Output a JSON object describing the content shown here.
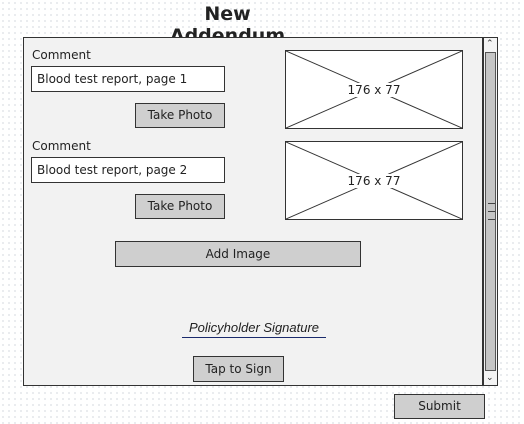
{
  "header": {
    "title": "New Addendum"
  },
  "entries": [
    {
      "comment_label": "Comment",
      "comment_value": "Blood test report, page 1",
      "photo_button": "Take Photo",
      "image_placeholder": "176 x 77"
    },
    {
      "comment_label": "Comment",
      "comment_value": "Blood test report, page 2",
      "photo_button": "Take Photo",
      "image_placeholder": "176 x 77"
    }
  ],
  "add_image_button": "Add Image",
  "signature": {
    "label": "Policyholder Signature",
    "button": "Tap to Sign"
  },
  "submit_button": "Submit",
  "colors": {
    "button_fill": "#cfcfcf",
    "panel_bg": "#f2f2f2",
    "signature_line": "#1a2a6c"
  }
}
